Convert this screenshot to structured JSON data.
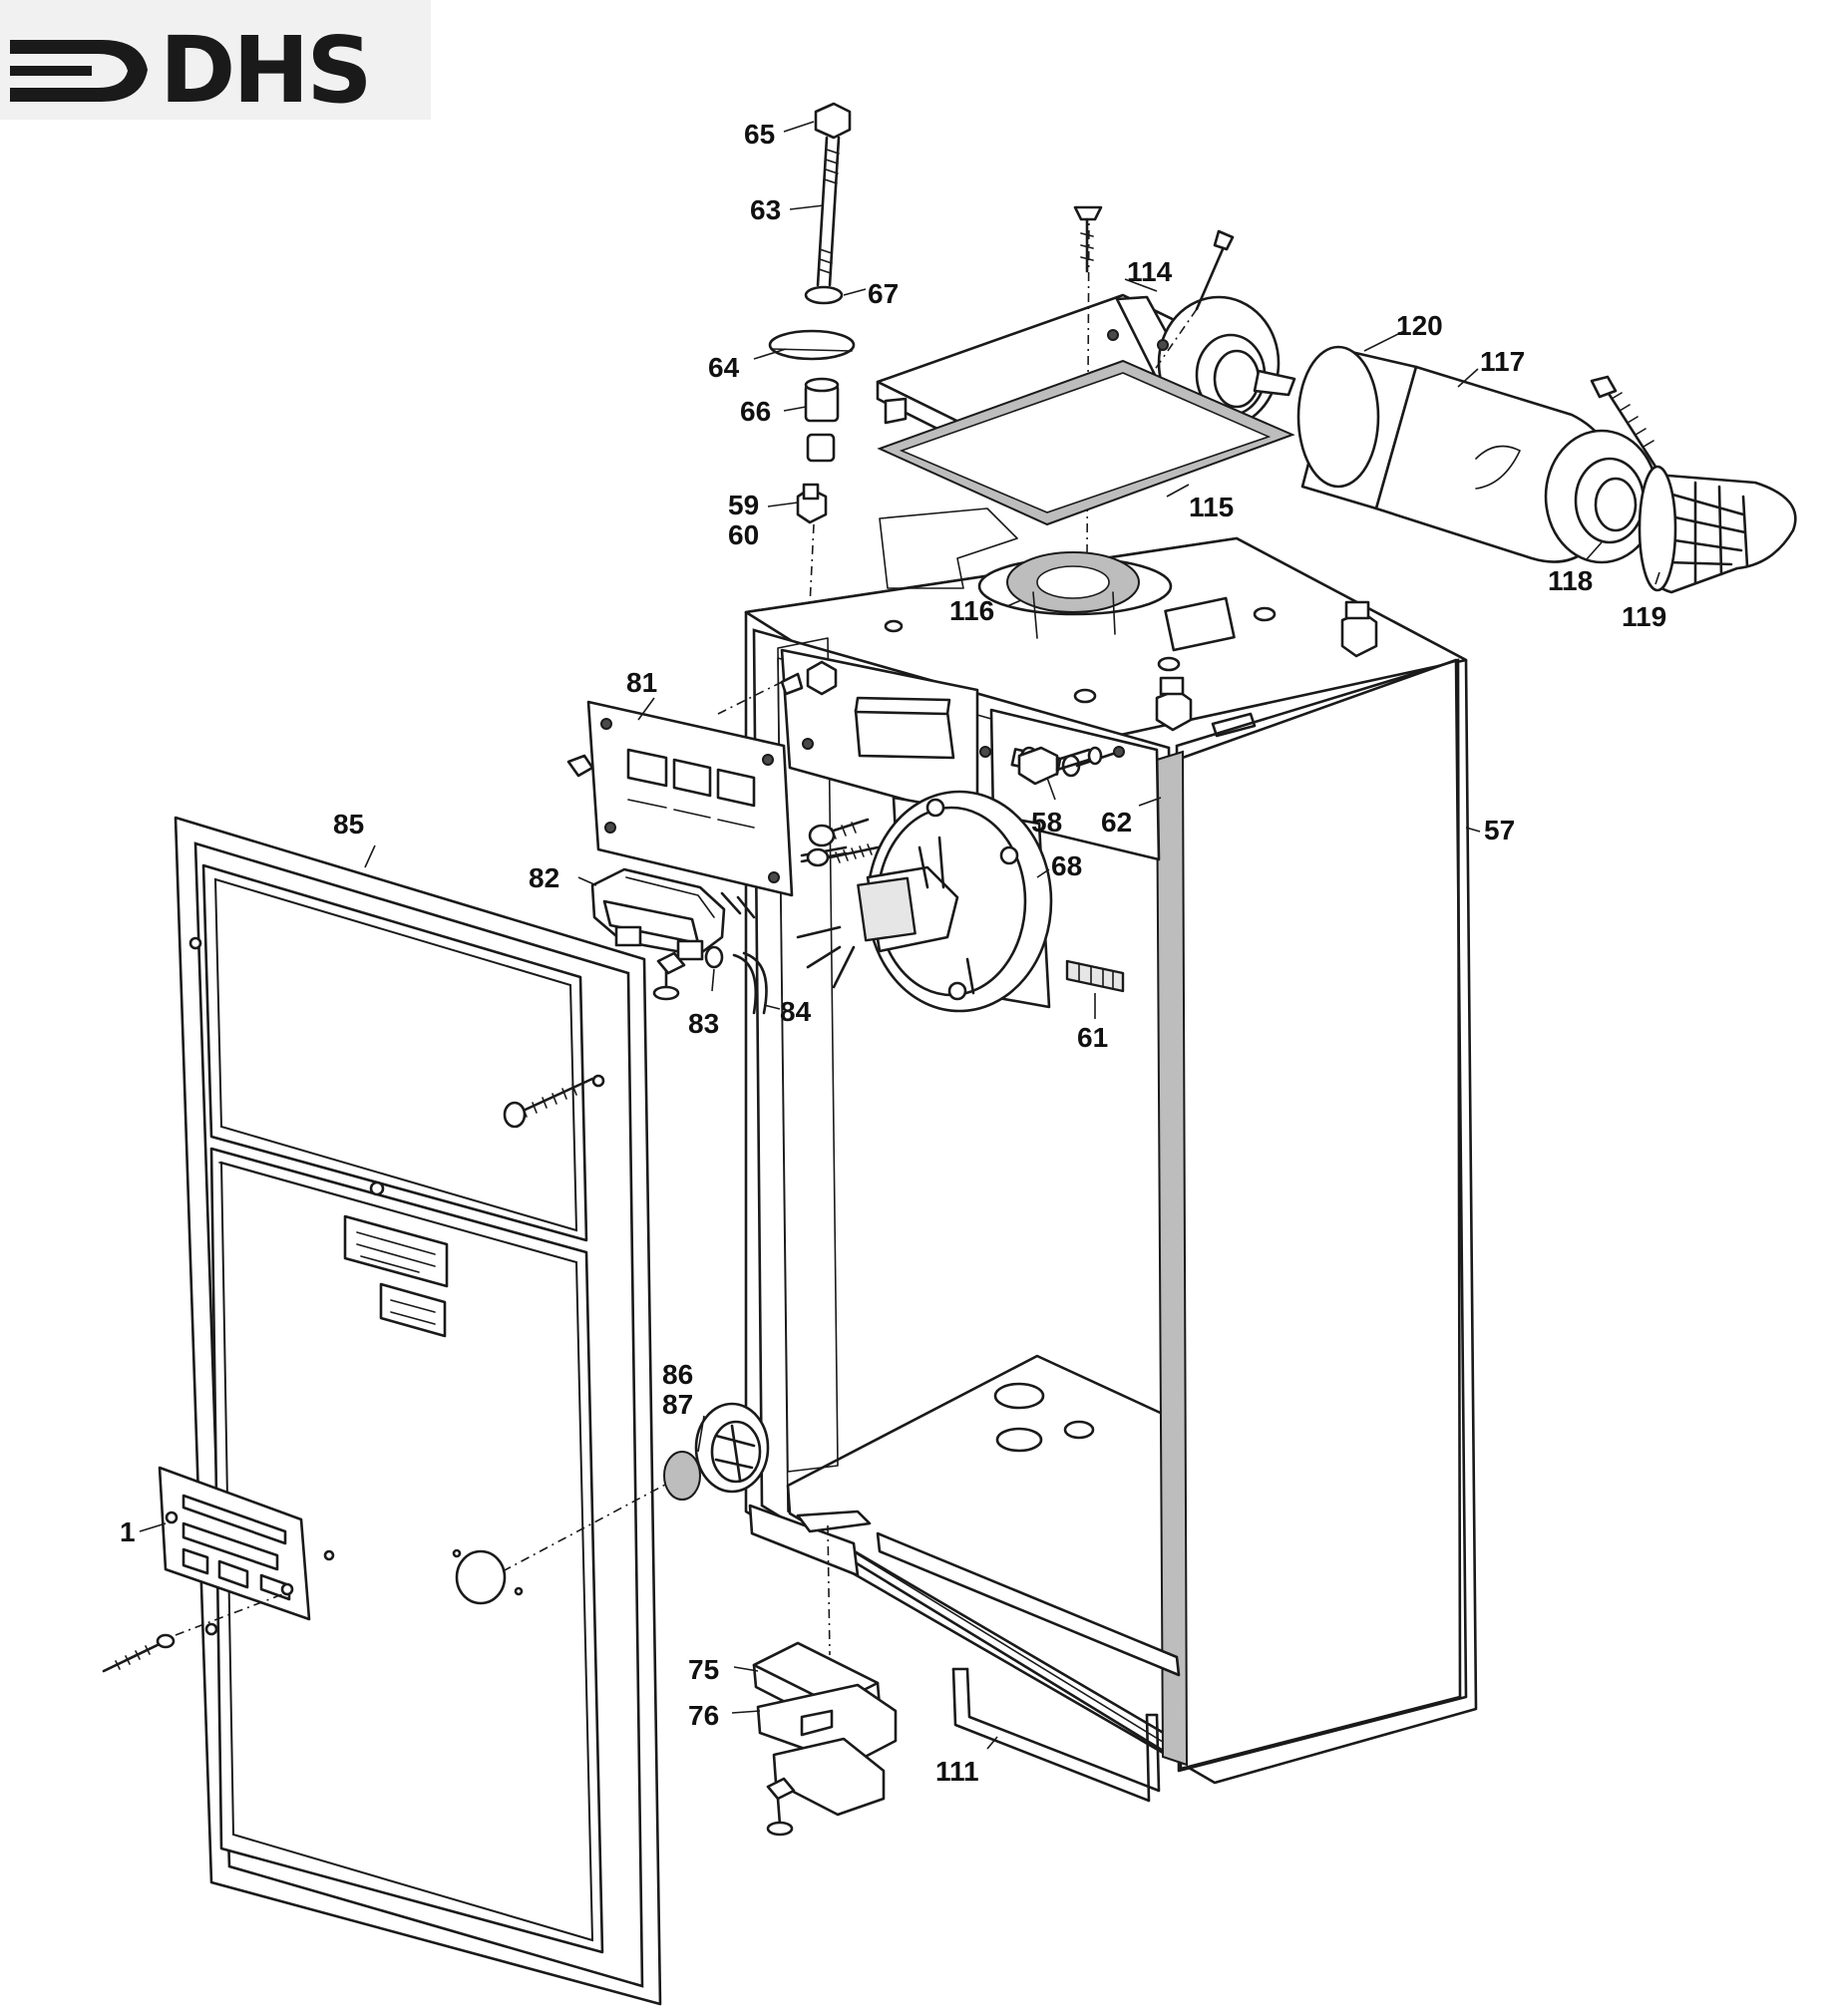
{
  "logo": {
    "text": "DHS"
  },
  "callouts": {
    "c65": "65",
    "c63": "63",
    "c67": "67",
    "c64": "64",
    "c66": "66",
    "c59": "59",
    "c60": "60",
    "c114": "114",
    "c115": "115",
    "c116": "116",
    "c120": "120",
    "c117": "117",
    "c118": "118",
    "c119": "119",
    "c81": "81",
    "c82": "82",
    "c83": "83",
    "c84": "84",
    "c85": "85",
    "c58": "58",
    "c62": "62",
    "c57": "57",
    "c68": "68",
    "c61": "61",
    "c86": "86",
    "c87": "87",
    "c1": "1",
    "c75": "75",
    "c76": "76",
    "c111": "111"
  }
}
